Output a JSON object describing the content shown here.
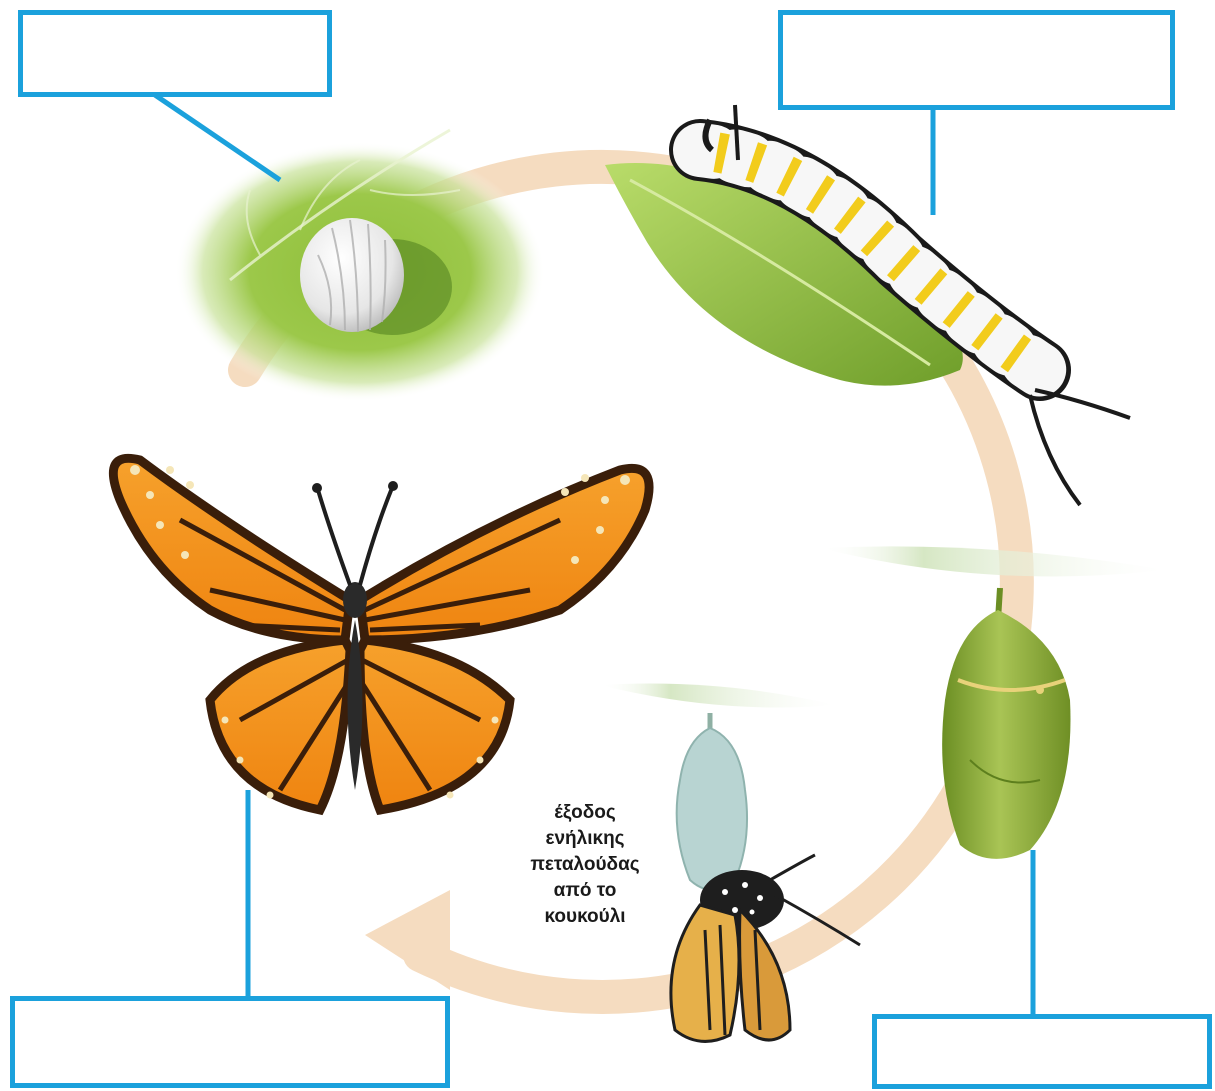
{
  "diagram": {
    "label_boxes": {
      "egg": "",
      "caterpillar": "",
      "pupa": "",
      "adult": ""
    },
    "emergence_caption_lines": [
      "έξοδος",
      "ενήλικης",
      "πεταλούδας",
      "από το",
      "κουκούλι"
    ]
  },
  "colors": {
    "label_border": "#1ba1dc",
    "cycle_arrow": "#f5dcc0",
    "leaf_green": "#8fbf3a",
    "monarch_orange": "#f08a12"
  },
  "icons": [
    "egg-icon",
    "caterpillar-icon",
    "chrysalis-icon",
    "emerging-butterfly-icon",
    "butterfly-icon",
    "cycle-arrow-icon"
  ]
}
